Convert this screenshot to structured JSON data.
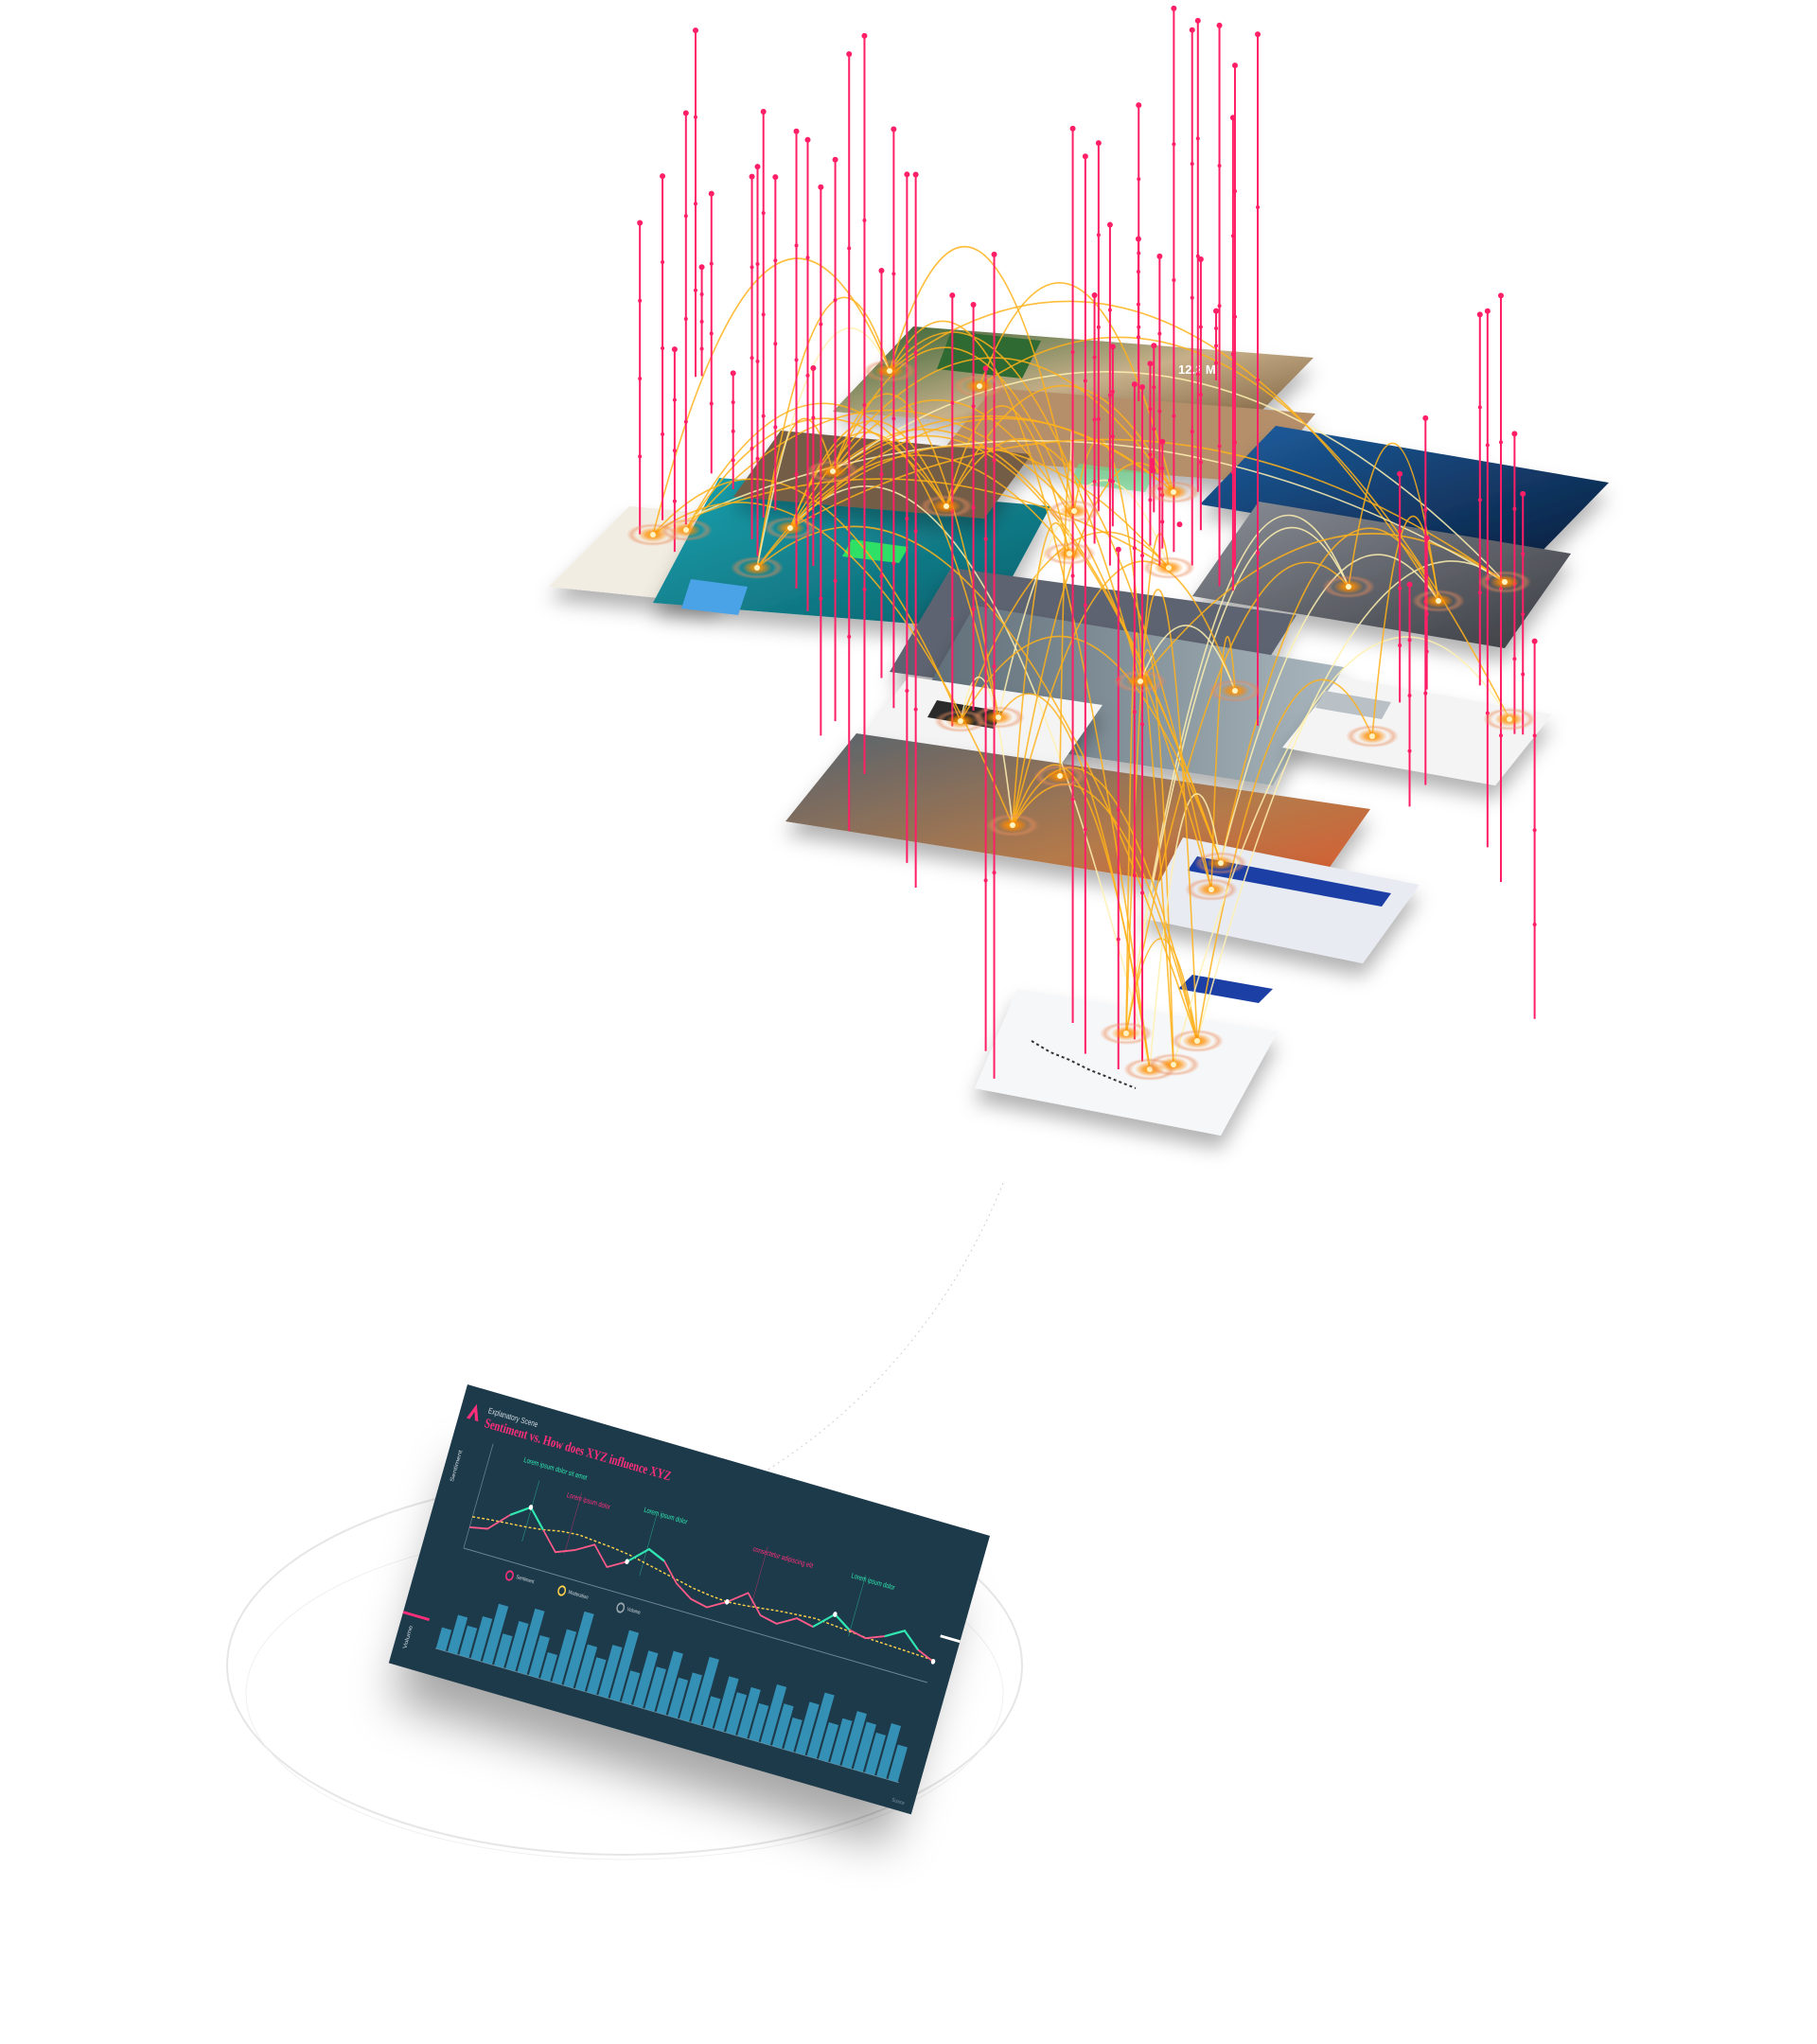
{
  "tiles": [
    {
      "id": "stat-tile",
      "label": "12.2 M"
    }
  ],
  "dashboard": {
    "subtitle": "Explanatory Scene",
    "title": "Sentiment vs. How does XYZ influence XYZ",
    "y_label_top": "Sentiment",
    "y_label_bottom": "Volume",
    "annotations": [
      {
        "heading": "Lorem ipsum dolor sit amet",
        "color": "#2ee6b0"
      },
      {
        "heading": "Lorem ipsum dolor",
        "color": "#ff2e7a"
      },
      {
        "heading": "Lorem ipsum dolor",
        "color": "#2ee6b0"
      },
      {
        "heading": "consectetur adipiscing elit",
        "color": "#ff2e7a"
      },
      {
        "heading": "Lorem ipsum dolor",
        "color": "#2ee6b0"
      }
    ],
    "legend": [
      {
        "label": "Sentiment",
        "color": "#ff2e7a"
      },
      {
        "label": "Moderation",
        "color": "#ffd24a"
      },
      {
        "label": "Volume",
        "color": "#9aa7b0"
      }
    ],
    "footnote": "Source"
  },
  "chart_data": {
    "type": "line",
    "title": "Sentiment vs. How does XYZ influence XYZ",
    "ylabel": "Sentiment",
    "series": [
      {
        "name": "Sentiment",
        "values": [
          0.3,
          0.35,
          0.62,
          0.8,
          0.55,
          0.3,
          0.4,
          0.55,
          0.3,
          0.45,
          0.7,
          0.6,
          0.35,
          0.2,
          0.15,
          0.3,
          0.5,
          0.25,
          0.2,
          0.35,
          0.3,
          0.55,
          0.4,
          0.35,
          0.45,
          0.6,
          0.4,
          0.3
        ]
      },
      {
        "name": "Moderation",
        "values": [
          0.45,
          0.48,
          0.5,
          0.52,
          0.55,
          0.6,
          0.62,
          0.6,
          0.58,
          0.55,
          0.5,
          0.45,
          0.4,
          0.35,
          0.32,
          0.3,
          0.32,
          0.35,
          0.38,
          0.4,
          0.42,
          0.4,
          0.38,
          0.36,
          0.35,
          0.34,
          0.33,
          0.32
        ]
      }
    ],
    "bars": {
      "name": "Volume",
      "values": [
        20,
        35,
        28,
        40,
        55,
        30,
        45,
        60,
        38,
        25,
        50,
        70,
        42,
        33,
        48,
        65,
        30,
        52,
        40,
        58,
        36,
        44,
        62,
        28,
        50,
        38,
        46,
        34,
        55,
        40,
        30,
        48,
        60,
        35,
        42,
        52,
        45,
        38,
        50,
        33
      ]
    }
  }
}
